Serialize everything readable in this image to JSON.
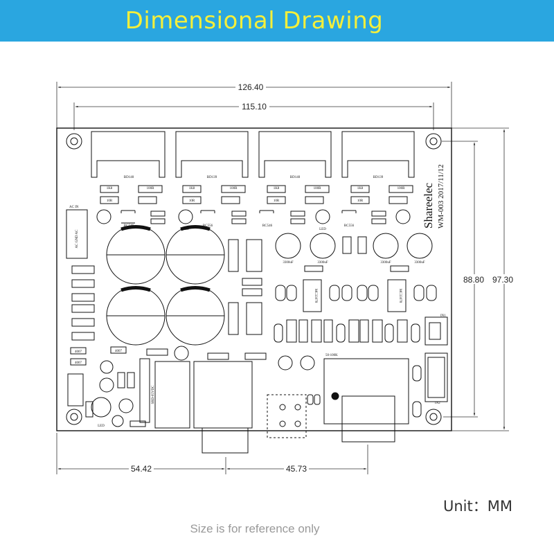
{
  "header": {
    "title": "Dimensional Drawing",
    "bg_color": "#2aa6e0",
    "title_color": "#f4ef3b"
  },
  "dimensions": {
    "overall_width": "126.40",
    "hole_spacing_x": "115.10",
    "hole_spacing_y": "88.80",
    "overall_height": "97.30",
    "bottom_left": "54.42",
    "bottom_right": "45.73"
  },
  "board": {
    "brand": "Shareelec",
    "model": "WM-003 2017/11/12",
    "heatsink_labels": [
      "BD140",
      "BD139",
      "BD140",
      "BD139"
    ],
    "component_labels": {
      "ac_in": "AC IN",
      "ac_gnd": "AC GND AC",
      "in1": "IN1",
      "in2": "IN2",
      "ic": "MC33078",
      "rc": "RC546",
      "rc2": "RC556",
      "cap": "3300uF",
      "resistor_10r": "10R",
      "resistor_100r": "100R",
      "res_1k": "1K8",
      "led": "LED",
      "relay": "SRD-05VDC",
      "pot": "50-100K",
      "diode": "4007"
    }
  },
  "footer": {
    "unit": "Unit：MM",
    "note": "Size is for reference only"
  }
}
